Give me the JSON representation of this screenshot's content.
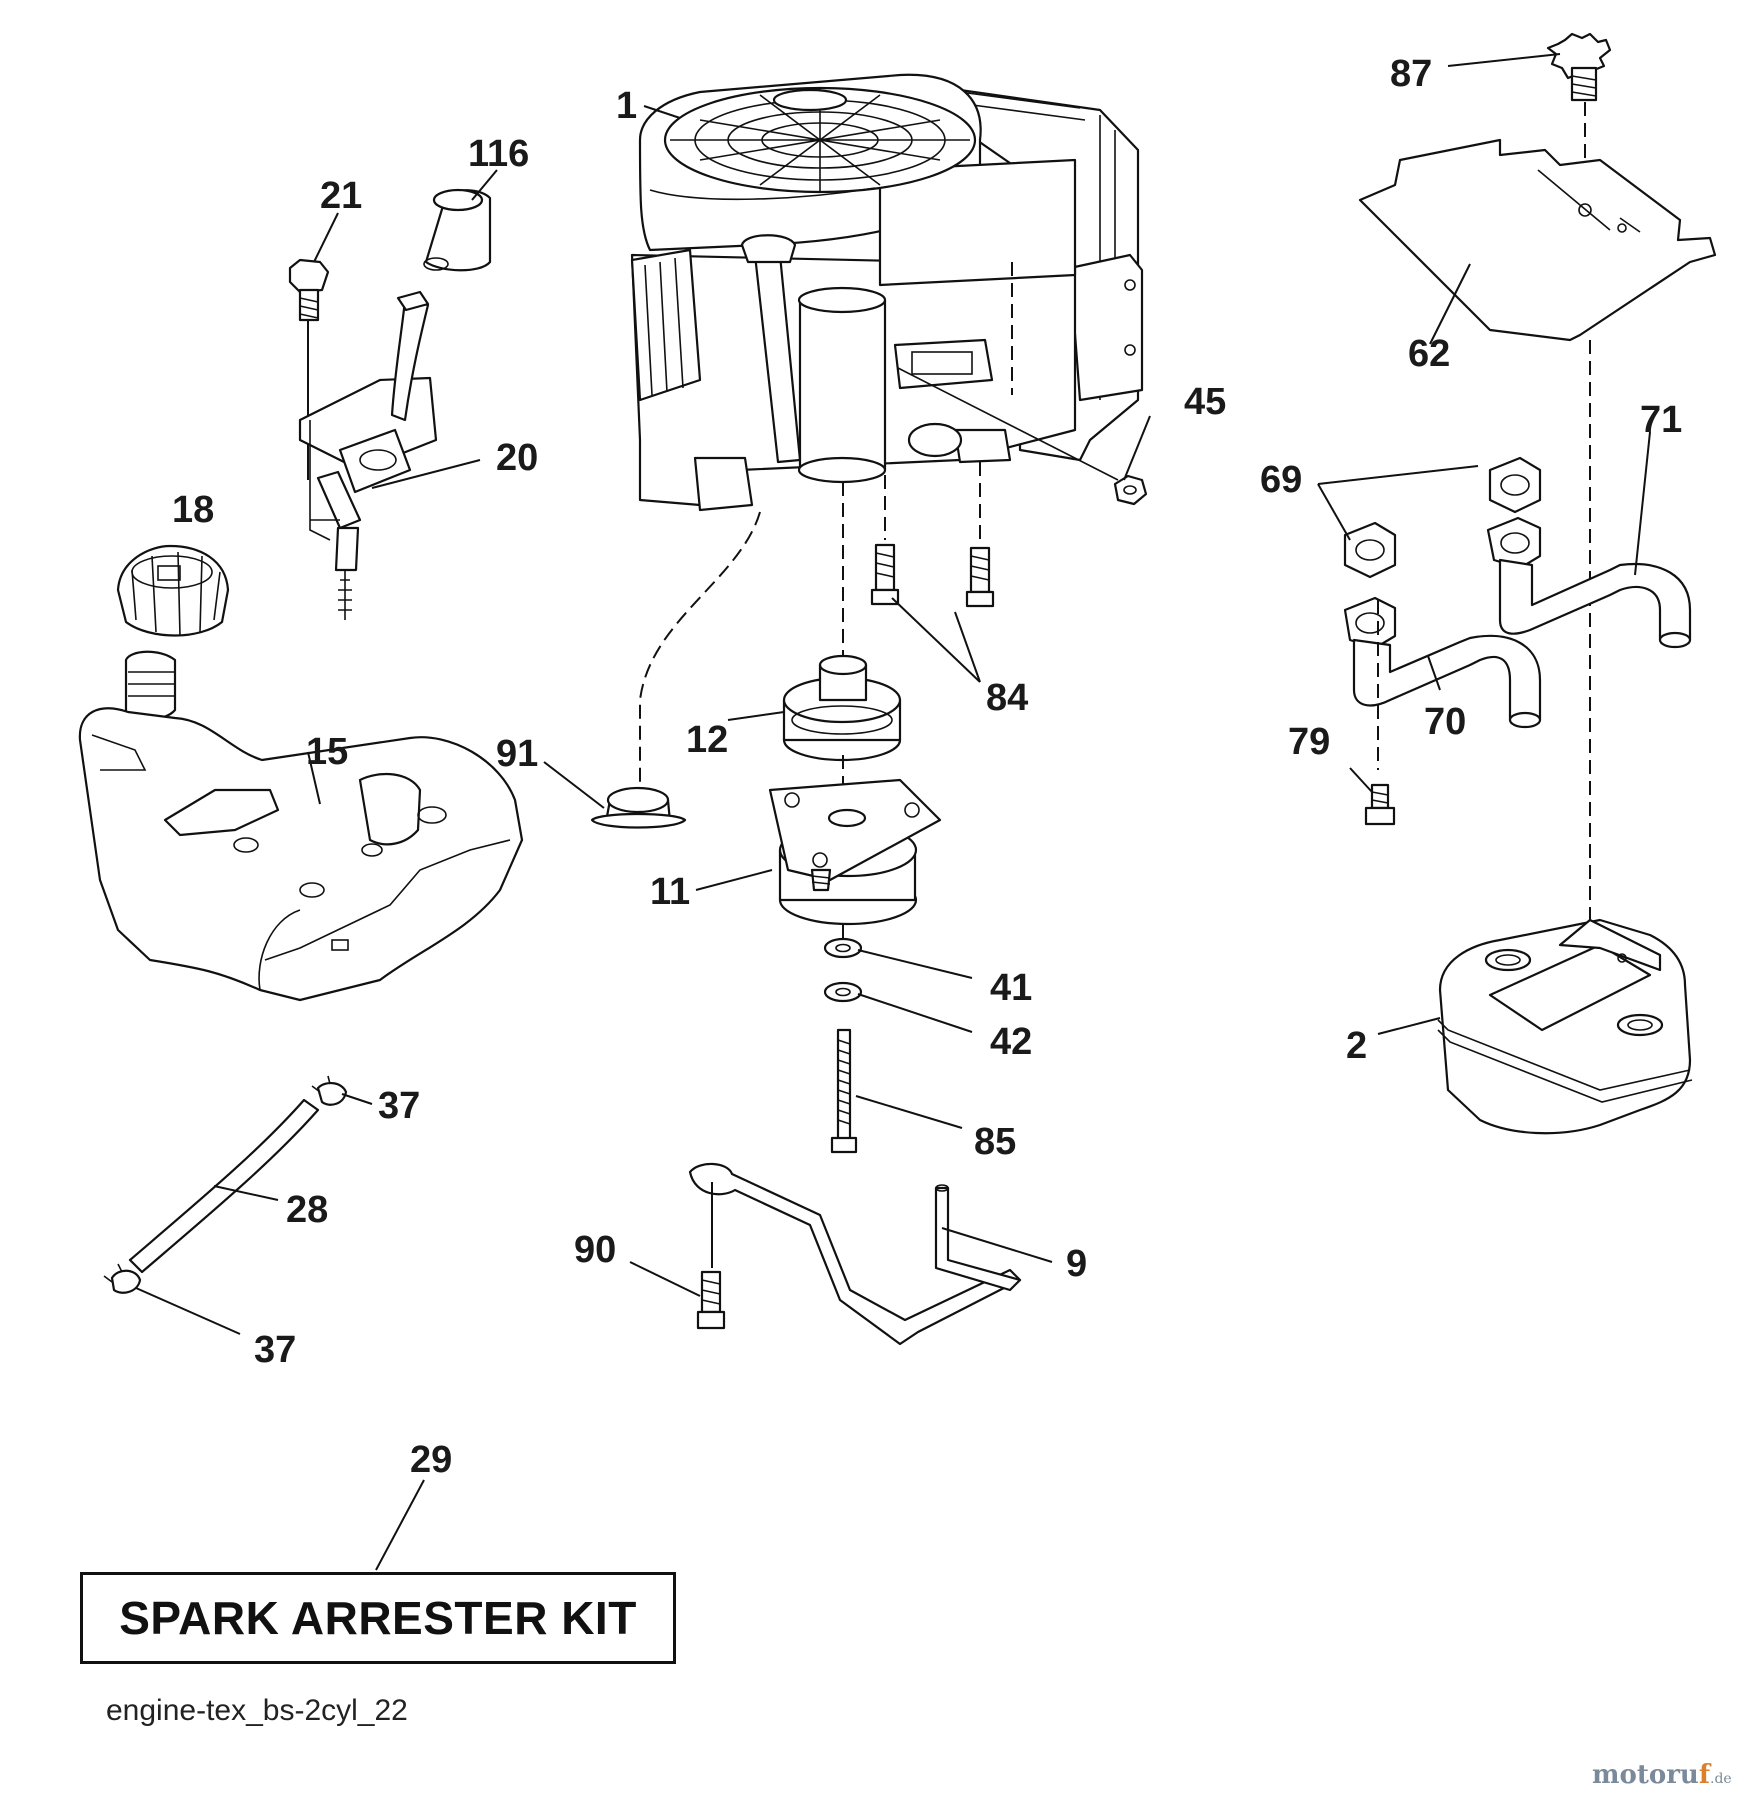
{
  "kit_label": "SPARK ARRESTER KIT",
  "diagram_code": "engine-tex_bs-2cyl_22",
  "watermark": {
    "main": "motoru",
    "accent": "f",
    "domain": ".de"
  },
  "callouts": {
    "c1": "1",
    "c2": "2",
    "c9": "9",
    "c11": "11",
    "c12": "12",
    "c15": "15",
    "c18": "18",
    "c20": "20",
    "c21": "21",
    "c28": "28",
    "c29": "29",
    "c37a": "37",
    "c37b": "37",
    "c41": "41",
    "c42": "42",
    "c45": "45",
    "c62": "62",
    "c69": "69",
    "c70": "70",
    "c71": "71",
    "c79": "79",
    "c84": "84",
    "c85": "85",
    "c87": "87",
    "c90": "90",
    "c91": "91",
    "c116": "116"
  }
}
